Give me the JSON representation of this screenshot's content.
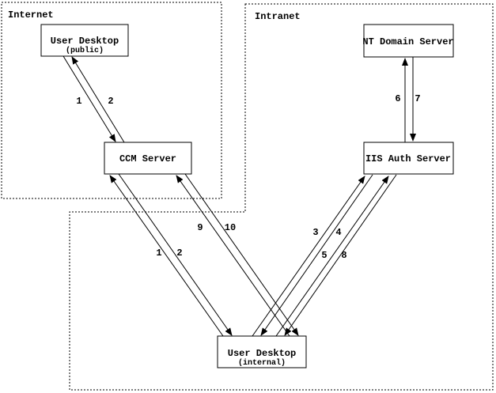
{
  "regions": {
    "internet": {
      "label": "Internet"
    },
    "intranet": {
      "label": "Intranet"
    }
  },
  "nodes": {
    "user_desktop_public": {
      "title": "User Desktop",
      "subtitle": "(public)"
    },
    "ccm_server": {
      "title": "CCM Server"
    },
    "nt_domain_server": {
      "title": "NT Domain Server"
    },
    "iis_auth_server": {
      "title": "IIS Auth Server"
    },
    "user_desktop_internal": {
      "title": "User Desktop",
      "subtitle": "(internal)"
    }
  },
  "edges": {
    "public_ccm": {
      "labels": [
        "1",
        "2"
      ]
    },
    "nt_iis": {
      "labels": [
        "6",
        "7"
      ]
    },
    "ccm_internal_12": {
      "labels": [
        "1",
        "2"
      ]
    },
    "ccm_internal_910": {
      "labels": [
        "9",
        "10"
      ]
    },
    "iis_internal_34": {
      "labels": [
        "3",
        "4"
      ]
    },
    "iis_internal_58": {
      "labels": [
        "5",
        "8"
      ]
    }
  },
  "colors": {
    "line": "#000000",
    "background": "#ffffff"
  }
}
